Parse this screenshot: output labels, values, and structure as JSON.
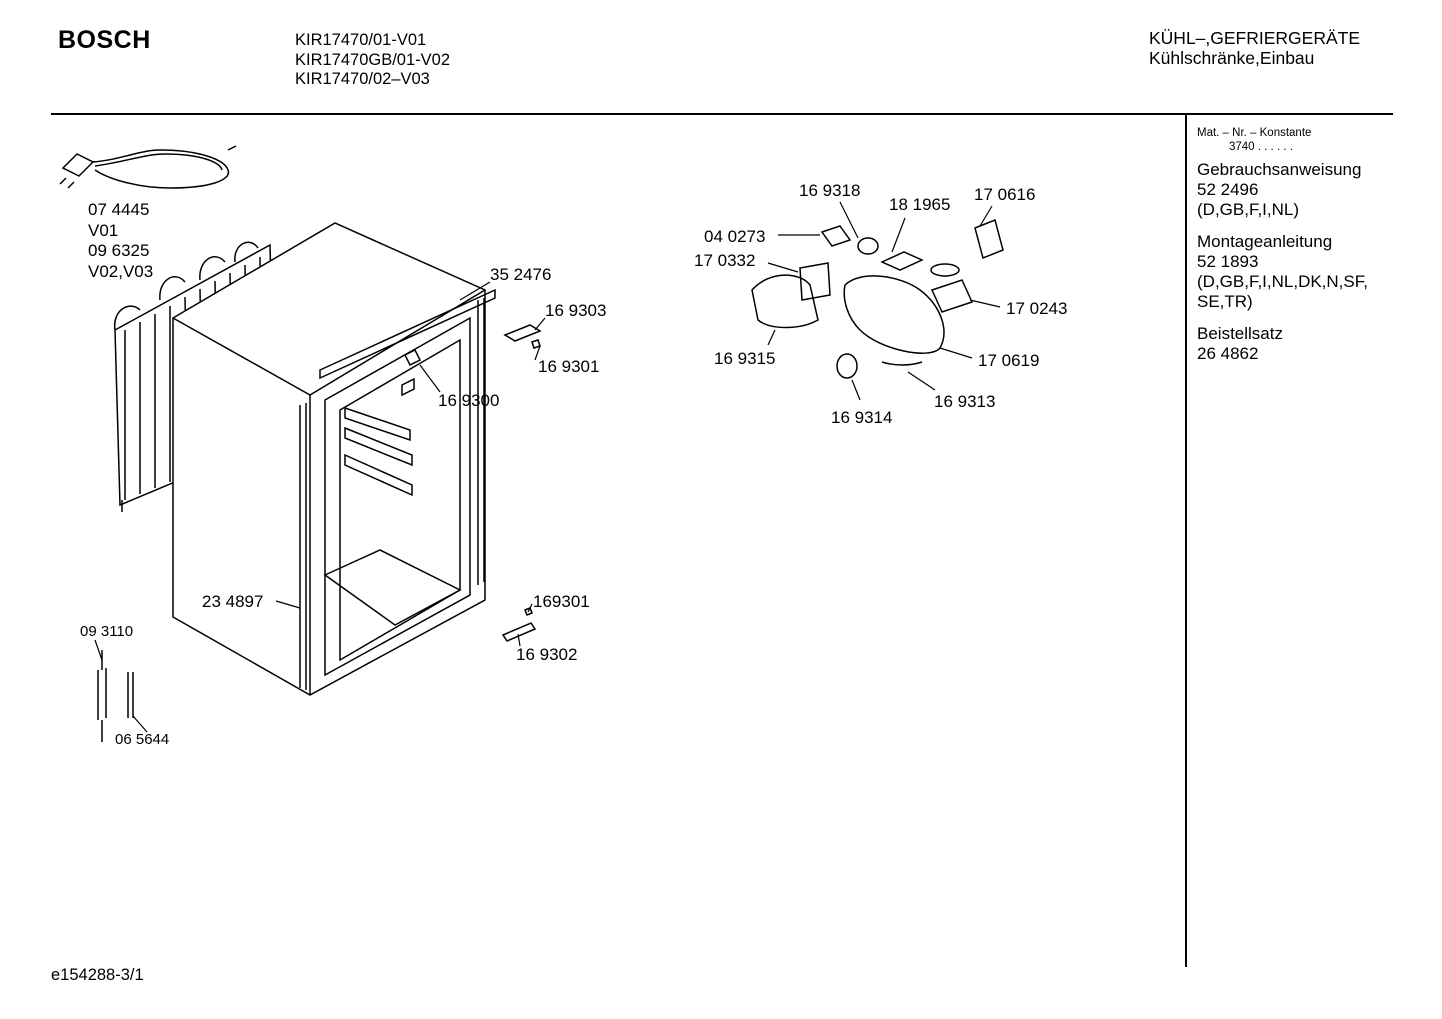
{
  "header": {
    "brand": "BOSCH",
    "models": [
      "KIR17470/01-V01",
      "KIR17470GB/01-V02",
      "KIR17470/02–V03"
    ],
    "category": [
      "KÜHL–,GEFRIERGERÄTE",
      "Kühlschränke,Einbau"
    ]
  },
  "sidebar": {
    "mat_label": "Mat. – Nr. – Konstante",
    "mat_value": "3740 . . . . . .",
    "blocks": [
      {
        "title": "Gebrauchsanweisung",
        "lines": [
          "52 2496",
          "(D,GB,F,I,NL)"
        ]
      },
      {
        "title": "Montageanleitung",
        "lines": [
          "52 1893",
          "(D,GB,F,I,NL,DK,N,SF,",
          "SE,TR)"
        ]
      },
      {
        "title": "Beistellsatz",
        "lines": [
          "26 4862"
        ]
      }
    ]
  },
  "parts": {
    "cable_a": "07 4445",
    "cable_a_var": "V01",
    "cable_b": "09 6325",
    "cable_b_var": "V02,V03",
    "p352476": "35 2476",
    "p169303": "16 9303",
    "p169301a": "16 9301",
    "p169300": "16 9300",
    "p234897": "23 4897",
    "p169301b": "169301",
    "p169302": "16 9302",
    "p093110": "09 3110",
    "p065644": "06 5644",
    "p169318": "16 9318",
    "p181965": "18 1965",
    "p170616": "17 0616",
    "p040273": "04 0273",
    "p170332": "17 0332",
    "p170243": "17 0243",
    "p169315": "16 9315",
    "p170619": "17 0619",
    "p169313": "16 9313",
    "p169314": "16 9314"
  },
  "footer": {
    "code": "e154288-3/1"
  }
}
